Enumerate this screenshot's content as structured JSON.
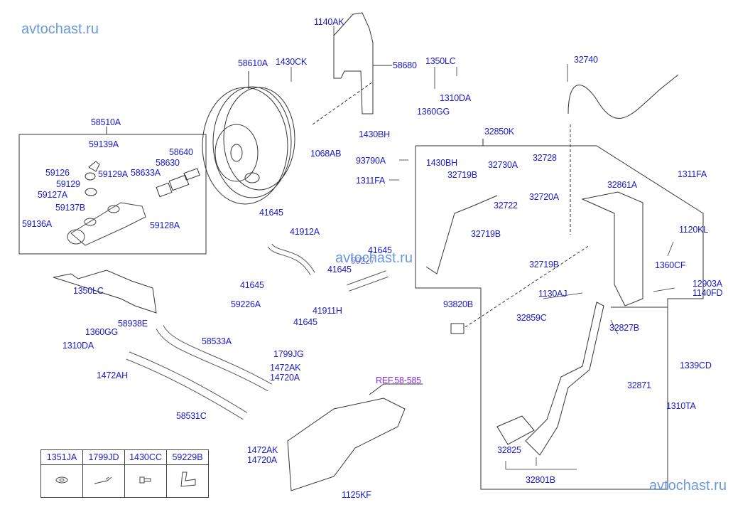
{
  "watermark": "avtochast.ru",
  "reference_link": "REF.58-585",
  "colors": {
    "label": "#1a1acc",
    "reference": "#8a2be2",
    "watermark": "#5b8fd6",
    "line": "#333333"
  },
  "labels": {
    "l58510A": "58510A",
    "l59139A": "59139A",
    "l59126": "59126",
    "l59129A": "59129A",
    "l59129": "59129",
    "l59127A": "59127A",
    "l59137B": "59137B",
    "l59136A": "59136A",
    "l58633A": "58633A",
    "l58630": "58630",
    "l58640": "58640",
    "l59128A": "59128A",
    "l58610A": "58610A",
    "l1430CK": "1430CK",
    "l1140AK": "1140AK",
    "l58680": "58680",
    "l1350LC_top": "1350LC",
    "l1310DA_top": "1310DA",
    "l1360GG_top": "1360GG",
    "l1430BH_mid": "1430BH",
    "l1068AB": "1068AB",
    "l93790A": "93790A",
    "l1311FA_mid": "1311FA",
    "l32740": "32740",
    "l32850K": "32850K",
    "l1430BH_box": "1430BH",
    "l32719B_a": "32719B",
    "l32730A": "32730A",
    "l32728": "32728",
    "l32722": "32722",
    "l32720A": "32720A",
    "l32719B_b": "32719B",
    "l32719B_c": "32719B",
    "l32861A": "32861A",
    "l1311FA_right": "1311FA",
    "l1120KL": "1120KL",
    "l1360CF": "1360CF",
    "l12903A": "12903A",
    "l1140FD": "1140FD",
    "l1130AJ": "1130AJ",
    "l93820B": "93820B",
    "l32859C": "32859C",
    "l32827B": "32827B",
    "l32871": "32871",
    "l1339CD": "1339CD",
    "l1310TA": "1310TA",
    "l32825": "32825",
    "l32801B": "32801B",
    "l41645_a": "41645",
    "l41912A": "41912A",
    "l41645_b": "41645",
    "l41645_c": "41645",
    "l41645_d": "41645",
    "l59227": "59227",
    "l59226A": "59226A",
    "l41911H": "41911H",
    "l41645_e": "41645",
    "l1350LC_left": "1350LC",
    "l1360GG_left": "1360GG",
    "l1310DA_left": "1310DA",
    "l58938E": "58938E",
    "l1472AH": "1472AH",
    "l58533A": "58533A",
    "l58531C": "58531C",
    "l1799JG": "1799JG",
    "l1472AK_a": "1472AK",
    "l14720A_a": "14720A",
    "l1472AK_b": "1472AK",
    "l14720A_b": "14720A",
    "l1125KF": "1125KF"
  },
  "legend_table": {
    "headers": [
      "1351JA",
      "1799JD",
      "1430CC",
      "59229B"
    ],
    "icons": [
      "washer-icon",
      "clip-icon",
      "bolt-icon",
      "hose-elbow-icon"
    ]
  }
}
